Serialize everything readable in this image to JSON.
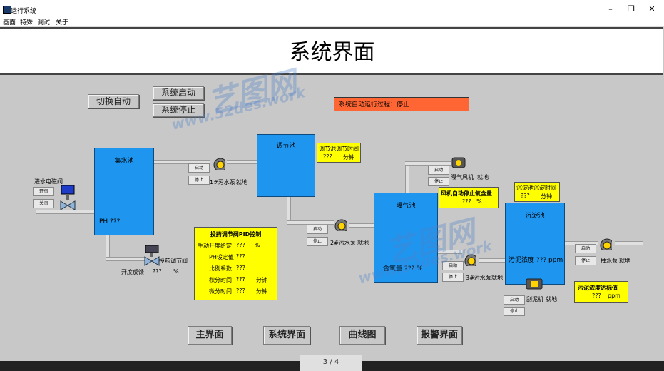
{
  "window": {
    "title": "运行系统",
    "min": "–",
    "max": "❐",
    "close": "✕"
  },
  "menu": [
    "画面",
    "特殊",
    "调试",
    "关于"
  ],
  "page_title": "系统界面",
  "controls": {
    "auto_btn": "切换自动",
    "start_btn": "系统启动",
    "stop_btn": "系统停止"
  },
  "status": {
    "label": "系统自动运行过程：",
    "value": "停止",
    "color": "#ff6633"
  },
  "inlet": {
    "label": "进水电磁阀",
    "open": "开阀",
    "close": "关阀"
  },
  "tanks": {
    "collect": {
      "name": "集水池",
      "ph": "PH  ???"
    },
    "adjust": {
      "name": "调节池"
    },
    "aerate": {
      "name": "曝气池",
      "do": "含氧量  ???  %"
    },
    "settle": {
      "name": "沉淀池",
      "sludge": "污泥浓度  ???  ppm"
    }
  },
  "adjust_time": {
    "title": "调节池调节时间",
    "value": "???",
    "unit": "分钟"
  },
  "settle_time": {
    "title": "沉淀池沉淀时间",
    "value": "???",
    "unit": "分钟"
  },
  "fan_stop": {
    "title": "风机自动停止氧含量",
    "value": "???",
    "unit": "%"
  },
  "sludge_target": {
    "title": "污泥浓度达标值",
    "value": "???",
    "unit": "ppm"
  },
  "pumps": {
    "p1": {
      "label": "1#污水泵",
      "state": "就地",
      "start": "启动",
      "stop": "停止"
    },
    "p2": {
      "label": "2#污水泵",
      "state": "就地",
      "start": "启动",
      "stop": "停止"
    },
    "p3": {
      "label": "3#污水泵",
      "state": "就地",
      "start": "启动",
      "stop": "停止"
    },
    "fan": {
      "label": "曝气风机",
      "state": "就地",
      "start": "启动",
      "stop": "停止"
    },
    "scraper": {
      "label": "刮泥机",
      "state": "就地",
      "start": "启动",
      "stop": "停止"
    },
    "extract": {
      "label": "抽水泵",
      "state": "就地",
      "start": "启动",
      "stop": "停止"
    }
  },
  "dosing_valve": {
    "label": "投药调节阀",
    "feedback": "开度反馈",
    "value": "???",
    "unit": "%"
  },
  "pid": {
    "title": "投药调节阀PID控制",
    "rows": [
      {
        "k": "手动开度给定",
        "v": "???",
        "u": "%"
      },
      {
        "k": "PH设定值",
        "v": "???",
        "u": ""
      },
      {
        "k": "比例系数",
        "v": "???",
        "u": ""
      },
      {
        "k": "积分时间",
        "v": "???",
        "u": "分钟"
      },
      {
        "k": "微分时间",
        "v": "???",
        "u": "分钟"
      }
    ]
  },
  "nav": [
    "主界面",
    "系统界面",
    "曲线图",
    "报警界面"
  ],
  "pager": "3 / 4",
  "watermark": {
    "brand": "艺图网",
    "site": "www.52des.work"
  }
}
